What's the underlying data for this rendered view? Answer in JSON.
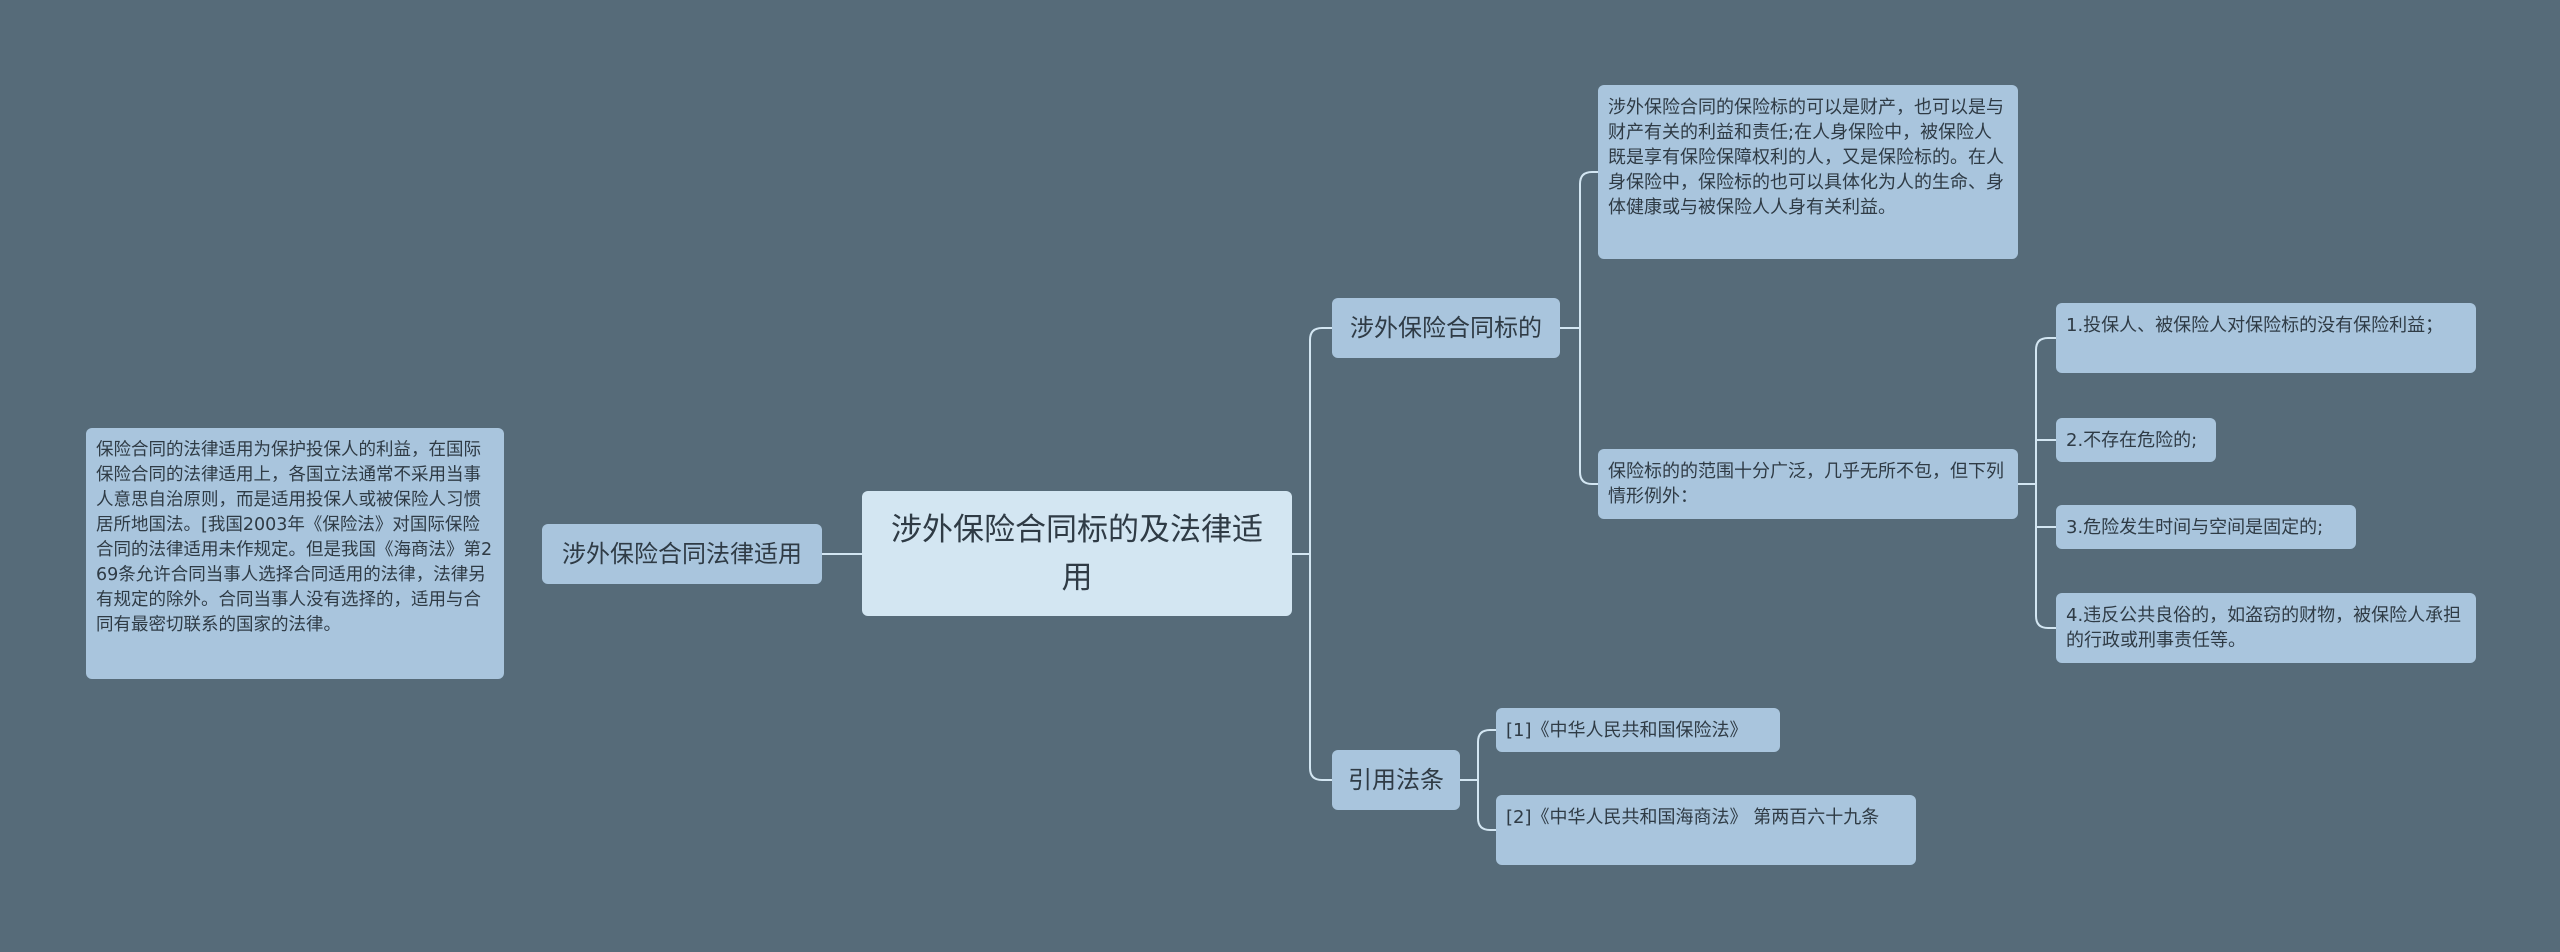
{
  "root": {
    "label": "涉外保险合同标的及法律适用"
  },
  "branches": {
    "subject": {
      "label": "涉外保险合同标的",
      "definition": "涉外保险合同的保险标的可以是财产，也可以是与财产有关的利益和责任;在人身保险中，被保险人既是享有保险保障权利的人，又是保险标的。在人身保险中，保险标的也可以具体化为人的生命、身体健康或与被保险人人身有关利益。",
      "scope": "保险标的的范围十分广泛，几乎无所不包，但下列情形例外：",
      "exceptions": [
        "1.投保人、被保险人对保险标的没有保险利益；",
        "2.不存在危险的;",
        "3.危险发生时间与空间是固定的;",
        "4.违反公共良俗的，如盗窃的财物，被保险人承担的行政或刑事责任等。"
      ]
    },
    "citations": {
      "label": "引用法条",
      "items": [
        "[1]《中华人民共和国保险法》",
        "[2]《中华人民共和国海商法》 第两百六十九条"
      ]
    },
    "law": {
      "label": "涉外保险合同法律适用",
      "text": "保险合同的法律适用为保护投保人的利益，在国际保险合同的法律适用上，各国立法通常不采用当事人意思自治原则，而是适用投保人或被保险人习惯居所地国法。[我国2003年《保险法》对国际保险合同的法律适用未作规定。但是我国《海商法》第269条允许合同当事人选择合同适用的法律，法律另有规定的除外。合同当事人没有选择的，适用与合同有最密切联系的国家的法律。"
    }
  },
  "colors": {
    "background": "#566b79",
    "root_fill": "#d3e6f2",
    "node_fill": "#a9c5dd",
    "connector": "#d3e6f2",
    "text": "#2f3b45"
  }
}
